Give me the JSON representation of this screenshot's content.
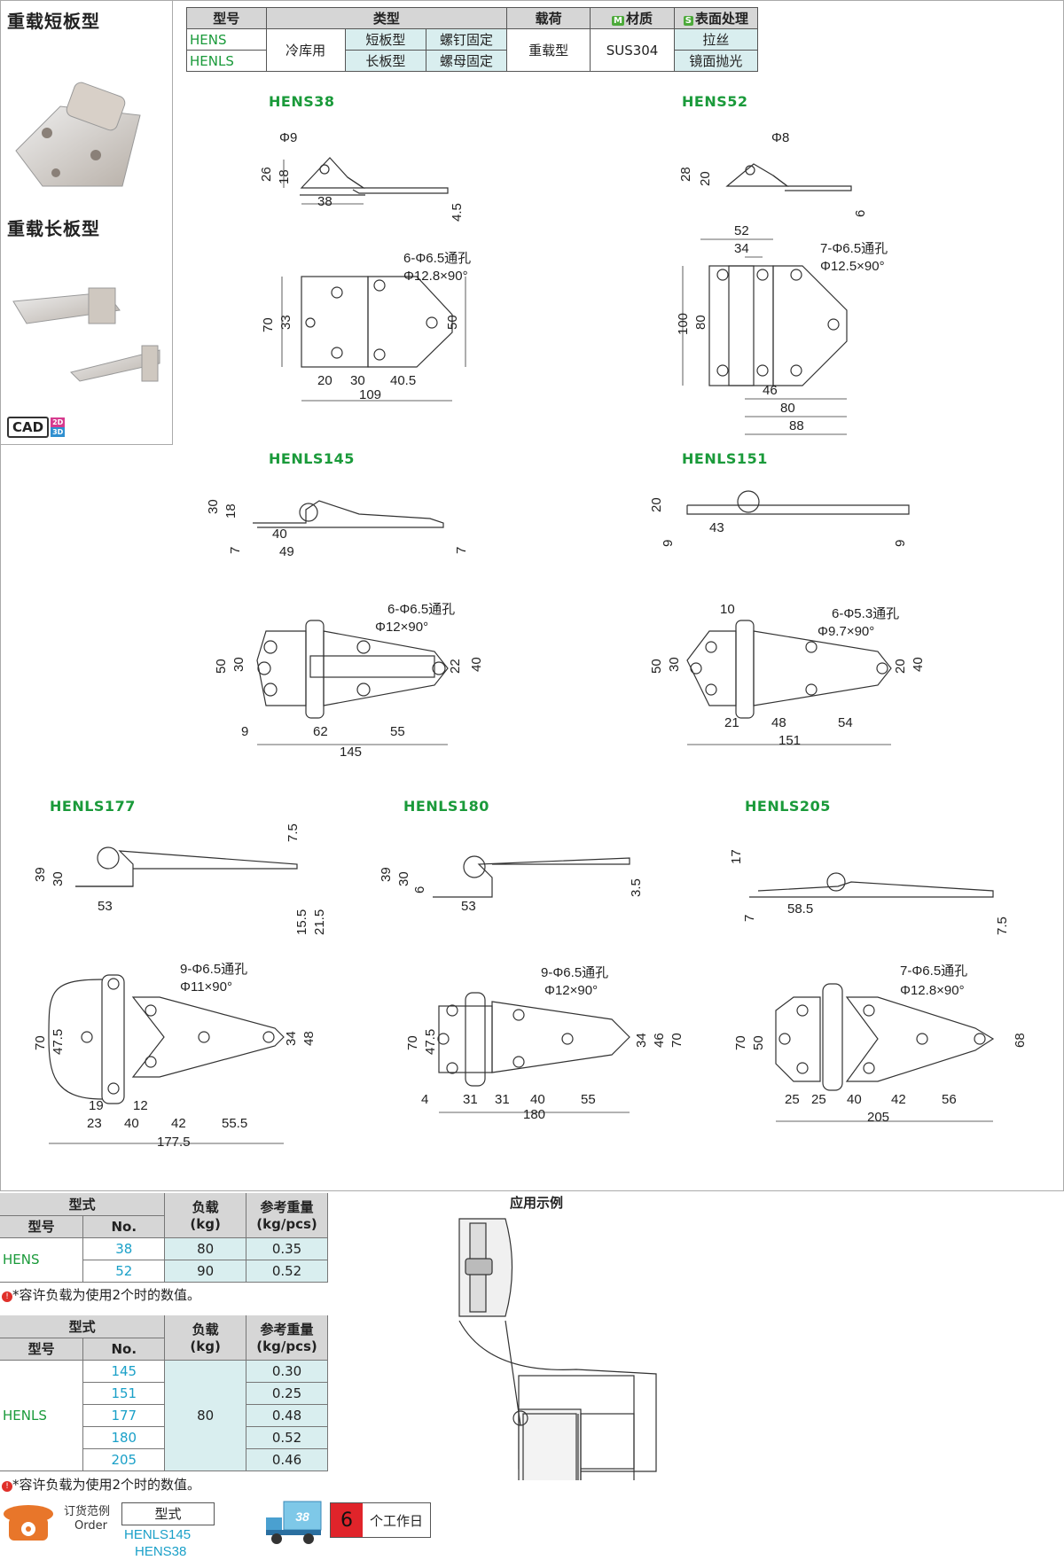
{
  "left_panel": {
    "title_short": "重载短板型",
    "title_long": "重载长板型",
    "cad": "CAD",
    "cad_2d": "2D",
    "cad_3d": "3D"
  },
  "spec_table": {
    "headers": {
      "model": "型号",
      "type": "类型",
      "load": "载荷",
      "material_badge": "M",
      "material": "材质",
      "surface_badge": "S",
      "surface": "表面处理"
    },
    "shared": {
      "usage": "冷库用",
      "load": "重载型",
      "material": "SUS304"
    },
    "rows": [
      {
        "model": "HENS",
        "plate": "短板型",
        "fix": "螺钉固定",
        "surface": "拉丝"
      },
      {
        "model": "HENLS",
        "plate": "长板型",
        "fix": "螺母固定",
        "surface": "镜面抛光"
      }
    ]
  },
  "drawings": {
    "hens38": {
      "label": "HENS38",
      "d1": "Φ9",
      "d2": "26",
      "d3": "18",
      "d4": "38",
      "d5": "4.5",
      "hole": "6-Φ6.5通孔",
      "csk": "Φ12.8×90°",
      "h1": "70",
      "h2": "33",
      "h3": "50",
      "w1": "20",
      "w2": "30",
      "w3": "40.5",
      "w4": "109"
    },
    "hens52": {
      "label": "HENS52",
      "d1": "Φ8",
      "d2": "28",
      "d3": "20",
      "d4": "6",
      "w1": "52",
      "w2": "34",
      "hole": "7-Φ6.5通孔",
      "csk": "Φ12.5×90°",
      "h1": "100",
      "h2": "80",
      "w3": "46",
      "w4": "80",
      "w5": "88"
    },
    "henls145": {
      "label": "HENLS145",
      "d1": "30",
      "d2": "18",
      "d3": "7",
      "d4": "40",
      "d5": "49",
      "d6": "7",
      "hole": "6-Φ6.5通孔",
      "csk": "Φ12×90°",
      "h1": "50",
      "h2": "30",
      "h3": "22",
      "h4": "40",
      "w1": "9",
      "w2": "62",
      "w3": "55",
      "w4": "145"
    },
    "henls151": {
      "label": "HENLS151",
      "d1": "20",
      "d2": "9",
      "d3": "43",
      "d4": "9",
      "w0": "10",
      "hole": "6-Φ5.3通孔",
      "csk": "Φ9.7×90°",
      "h1": "50",
      "h2": "30",
      "h3": "20",
      "h4": "40",
      "w1": "21",
      "w2": "48",
      "w3": "54",
      "w4": "151"
    },
    "henls177": {
      "label": "HENLS177",
      "d1": "7.5",
      "d2": "39",
      "d3": "30",
      "d4": "53",
      "d5": "15.5",
      "d6": "21.5",
      "hole": "9-Φ6.5通孔",
      "csk": "Φ11×90°",
      "h1": "70",
      "h2": "47.5",
      "h3": "34",
      "h4": "48",
      "w1": "19",
      "w2": "12",
      "w3": "23",
      "w4": "40",
      "w5": "42",
      "w6": "55.5",
      "w7": "177.5"
    },
    "henls180": {
      "label": "HENLS180",
      "d1": "39",
      "d2": "30",
      "d3": "6",
      "d4": "53",
      "d5": "3.5",
      "hole": "9-Φ6.5通孔",
      "csk": "Φ12×90°",
      "h1": "70",
      "h2": "47.5",
      "h3": "34",
      "h4": "46",
      "h5": "70",
      "w1": "4",
      "w2": "31",
      "w3": "31",
      "w4": "40",
      "w5": "55",
      "w6": "180"
    },
    "henls205": {
      "label": "HENLS205",
      "d1": "17",
      "d2": "7",
      "d3": "58.5",
      "d4": "7.5",
      "hole": "7-Φ6.5通孔",
      "csk": "Φ12.8×90°",
      "h1": "70",
      "h2": "50",
      "h3": "68",
      "w1": "25",
      "w2": "25",
      "w3": "40",
      "w4": "42",
      "w5": "56",
      "w6": "205"
    }
  },
  "table_hens": {
    "h_type": "型式",
    "h_model": "型号",
    "h_no": "No.",
    "h_load": "负载",
    "h_load_unit": "(kg)",
    "h_weight": "参考重量",
    "h_weight_unit": "(kg/pcs)",
    "model": "HENS",
    "rows": [
      {
        "no": "38",
        "load": "80",
        "weight": "0.35"
      },
      {
        "no": "52",
        "load": "90",
        "weight": "0.52"
      }
    ],
    "note": "*容许负载为使用2个时的数值。"
  },
  "table_henls": {
    "h_type": "型式",
    "h_model": "型号",
    "h_no": "No.",
    "h_load": "负载",
    "h_load_unit": "(kg)",
    "h_weight": "参考重量",
    "h_weight_unit": "(kg/pcs)",
    "model": "HENLS",
    "load": "80",
    "rows": [
      {
        "no": "145",
        "weight": "0.30"
      },
      {
        "no": "151",
        "weight": "0.25"
      },
      {
        "no": "177",
        "weight": "0.48"
      },
      {
        "no": "180",
        "weight": "0.52"
      },
      {
        "no": "205",
        "weight": "0.46"
      }
    ],
    "note": "*容许负载为使用2个时的数值。"
  },
  "application": {
    "title": "应用示例"
  },
  "order": {
    "label_cn": "订货范例",
    "label_en": "Order",
    "box": "型式",
    "ex1": "HENLS145",
    "ex2": "HENS38",
    "truck_days_badge": "38",
    "days": "6",
    "days_unit": "个工作日"
  },
  "colors": {
    "model_green": "#1a9a3a",
    "number_blue": "#1aa0c8",
    "cell_cyan": "#d9eeef",
    "header_gray": "#d6d6d6",
    "days_red": "#e0242a"
  }
}
